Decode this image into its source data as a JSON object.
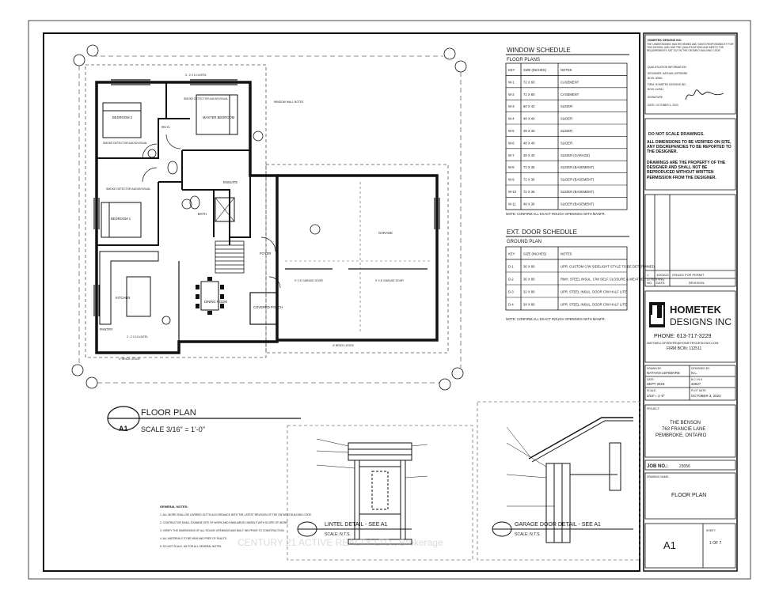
{
  "drawing": {
    "title": "FLOOR PLAN",
    "key": "A1",
    "scale": "SCALE 3/16\" = 1'-0\""
  },
  "rooms": {
    "bedroom2": "BEDROOM 2",
    "master": "MASTER BEDROOM",
    "bedroom1": "BEDROOM 1",
    "ensuite": "ENSUITE",
    "bath": "BATH",
    "kitchen": "KITCHEN",
    "dining": "DINING ROOM",
    "foyer": "FOYER",
    "covered_porch": "COVERED PORCH",
    "garage": "GARAGE",
    "pantry": "PANTRY",
    "wic": "W.I.C."
  },
  "plan_notes": {
    "window_wall": "WINDOW WALL NOTES",
    "smoke1": "SMOKE DETECTOR AUDIO/VISUAL",
    "smoke2": "SMOKE DETECTOR AUDIO/VISUAL",
    "smoke3": "SMOKE DETECTOR AUDIO/VISUAL",
    "lintel1": "3 - 2 X 10 LINTEL",
    "lintel2": "2 - 2 X 10 LINTEL",
    "garage_door1": "9' X 8' GARAGE DOOR",
    "garage_door2": "9' X 8' GARAGE DOOR",
    "brick": "4\" BRICK LEDGE",
    "brick2": "4\" BRICK LEDGE"
  },
  "window_schedule": {
    "title": "WINDOW SCHEDULE",
    "subtitle": "FLOOR PLANS",
    "headers": [
      "KEY",
      "SIZE (INCHES)",
      "NOTES"
    ],
    "rows": [
      [
        "W-1",
        "72 X 60",
        "CASEMENT"
      ],
      [
        "W-2",
        "72 X 60",
        "CASEMENT"
      ],
      [
        "W-3",
        "60 X 42",
        "SLIDER"
      ],
      [
        "W-4",
        "48 X 40",
        "SLIDER"
      ],
      [
        "W-5",
        "48 X 40",
        "SLIDER"
      ],
      [
        "W-6",
        "48 X 40",
        "SLIDER"
      ],
      [
        "W-7",
        "48 X 40",
        "SLIDER (GARAGE)"
      ],
      [
        "W-8",
        "72 X 36",
        "SLIDER (BASEMENT)"
      ],
      [
        "W-9",
        "72 X 36",
        "SLIDER (BASEMENT)"
      ],
      [
        "W-10",
        "72 X 36",
        "SLIDER (BASEMENT)"
      ],
      [
        "W-11",
        "48 X 36",
        "SLIDER (BASEMENT)"
      ]
    ],
    "note": "NOTE: CONFIRM ALL EXACT ROUGH OPENINGS WITH MANFR."
  },
  "door_schedule": {
    "title": "EXT. DOOR SCHEDULE",
    "subtitle": "GROUND PLAN",
    "headers": [
      "KEY",
      "SIZE (INCHES)",
      "NOTES"
    ],
    "rows": [
      [
        "D-1",
        "36 X 80",
        "UPR. CUSTOM C/W SIDELIGHT STYLE TO BE DETERMINED"
      ],
      [
        "D-2",
        "36 X 80",
        "RMH. STEEL INSUL. C/W SELF CLOSURE & WEATHER STRIPPING"
      ],
      [
        "D-3",
        "32 X 80",
        "UPR. STEEL INSUL. DOOR C/W HALF LITE"
      ],
      [
        "D-4",
        "34 X 80",
        "UPR. STEEL INSUL. DOOR C/W HALF LITE"
      ]
    ],
    "note": "NOTE: CONFIRM ALL EXACT ROUGH OPENINGS WITH MANFR."
  },
  "designer_block": {
    "company": "HOMETEK DESIGNS INC.",
    "text1": "THE UNDERSIGNED HAS REVIEWED AND TAKES RESPONSIBILITY FOR THIS DESIGN, AND HAS THE QUALIFICATIONS AND MEETS THE REQUIREMENTS SET OUT IN THE ONTARIO BUILDING CODE",
    "qual": "QUALIFICATION INFORMATION",
    "designer": "DESIGNER: NATHAN LEFEBVRE",
    "bcin": "BCIN: 40951",
    "firm": "FIRM: HOMETEK DESIGNS INC.",
    "firm_bcin": "BCIN: 112511",
    "signature_label": "SIGNATURE",
    "date": "DATE: OCTOBER 3, 2023"
  },
  "notice": {
    "line1": "DO NOT SCALE DRAWINGS.",
    "line2": "ALL DIMENSIONS TO BE VERIFIED ON SITE, ANY DISCREPANCIES TO BE REPORTED TO THE DESIGNER.",
    "line3": "DRAWINGS ARE THE PROPERTY OF THE DESIGNER AND SHALL NOT BE REPRODUCED WITHOUT WRITTEN PERMISSION FROM THE DESIGNER."
  },
  "revisions": {
    "headers": [
      "NO.",
      "DATE:",
      "REVISION:"
    ],
    "rows": [
      [
        "1",
        "10/03/23",
        "ISSUED FOR PERMIT"
      ]
    ]
  },
  "logo": {
    "name1": "HOMETEK",
    "name2": "DESIGNS INC",
    "phone": "PHONE: 613-717-3229",
    "email": "NATHAN.LEFEBVRE@HOMETEKDESIGNS.COM",
    "firm": "FIRM BCIN: 112511"
  },
  "title_block": {
    "drawn_by_label": "DRAWN BY:",
    "drawn_by": "NATHAN LEFEBVRE",
    "designed_by_label": "DESIGNED BY:",
    "designed_by": "N.L.",
    "date_label": "DATE:",
    "date": "SEPT 2023",
    "bcin_label": "B.C.I.N #",
    "bcin": "42927",
    "scale_label": "SCALE:",
    "scale": "3/16\"= 1'-0\"",
    "plot_label": "PLOT DATE:",
    "plot": "OCTOBER 3, 2023",
    "project_label": "PROJECT:",
    "project1": "THE BENSON",
    "project2": "763 FRANCIE LANE",
    "project3": "PEMBROKE, ONTARIO",
    "job_label": "JOB NO.:",
    "job": "23056",
    "drawing_label": "DRAWING NAME:",
    "drawing": "FLOOR PLAN",
    "sheet": "A1",
    "sheets_label": "SHEET:",
    "sheets": "1 OF 7"
  },
  "details": {
    "lintel_title": "LINTEL DETAIL - SEE A1",
    "lintel_scale": "SCALE: N.T.S.",
    "garage_title": "GARAGE DOOR DETAIL - SEE A1",
    "garage_scale": "SCALE: N.T.S."
  },
  "general_notes": {
    "title": "GENERAL NOTES:",
    "items": [
      "1. ALL WORK SHALL BE CARRIED OUT IN ACCORDANCE WITH THE LATEST REVISION OF THE ONTARIO BUILDING CODE.",
      "2. CONTRACTOR SHALL EXAMINE SITE OF WORK AND FAMILIARIZE HIMSELF WITH SCOPE OF WORK.",
      "3. VERIFY THE DIMENSIONS OF ALL ROUGH OPENINGS AND BUILT INS PRIOR TO CONSTRUCTION.",
      "4. ALL MATERIALS TO BE NEW AND FREE OF FAULTS.",
      "5. DO NOT SCALE. AS FOR ALL GENERAL NOTES."
    ]
  },
  "watermark": "CENTURY 21 ACTIVE REALTY LTD., Brokerage"
}
